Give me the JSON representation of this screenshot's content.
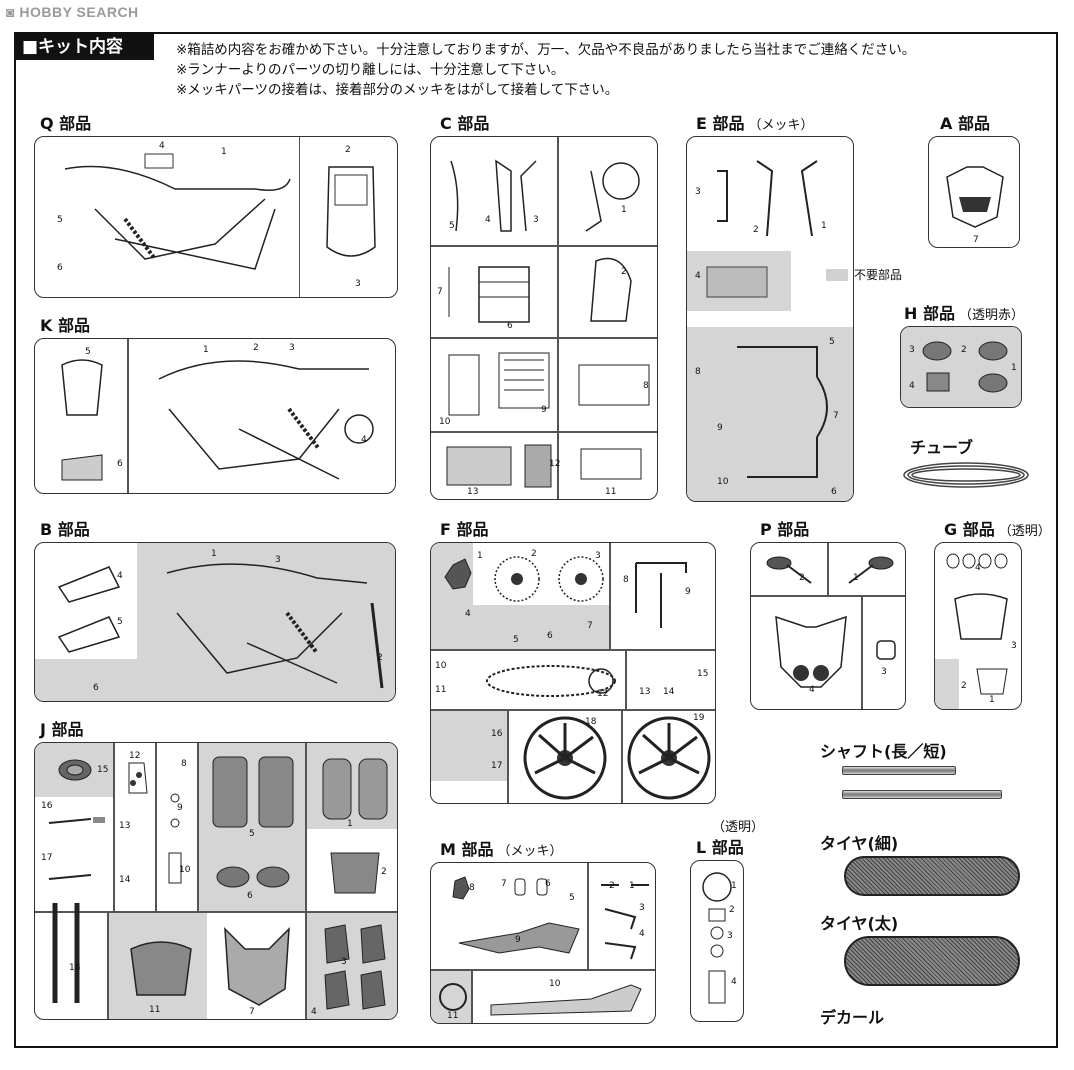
{
  "brand": {
    "logo_text": "HOBBY SEARCH"
  },
  "header": {
    "title": "■キット内容",
    "notes": [
      "※箱詰め内容をお確かめ下さい。十分注意しておりますが、万一、欠品や不良品がありましたら当社までご連絡ください。",
      "※ランナーよりのパーツの切り離しには、十分注意して下さい。",
      "※メッキパーツの接着は、接着部分のメッキをはがして接着して下さい。"
    ]
  },
  "sections": {
    "Q": {
      "label": "Q 部品",
      "sub": "",
      "nums": [
        "1",
        "2",
        "3",
        "4",
        "5",
        "6"
      ]
    },
    "C": {
      "label": "C 部品",
      "sub": "",
      "nums": [
        "1",
        "2",
        "3",
        "4",
        "5",
        "6",
        "7",
        "8",
        "9",
        "10",
        "11",
        "12",
        "13"
      ]
    },
    "E": {
      "label": "E 部品",
      "sub": "（メッキ）",
      "nums": [
        "1",
        "2",
        "3",
        "4",
        "5",
        "6",
        "7",
        "8",
        "9",
        "10"
      ]
    },
    "A": {
      "label": "A 部品",
      "sub": "",
      "nums": [
        "7"
      ]
    },
    "K": {
      "label": "K 部品",
      "sub": "",
      "nums": [
        "1",
        "2",
        "3",
        "4",
        "5",
        "6"
      ]
    },
    "H": {
      "label": "H 部品",
      "sub": "（透明赤）",
      "nums": [
        "1",
        "2",
        "3",
        "4"
      ]
    },
    "B": {
      "label": "B 部品",
      "sub": "",
      "nums": [
        "1",
        "2",
        "3",
        "4",
        "5",
        "6"
      ]
    },
    "F": {
      "label": "F 部品",
      "sub": "",
      "nums": [
        "1",
        "2",
        "3",
        "4",
        "5",
        "6",
        "7",
        "8",
        "9",
        "10",
        "11",
        "12",
        "13",
        "14",
        "15",
        "16",
        "17",
        "18",
        "19"
      ]
    },
    "P": {
      "label": "P 部品",
      "sub": "",
      "nums": [
        "1",
        "2",
        "3",
        "4"
      ]
    },
    "G": {
      "label": "G 部品",
      "sub": "（透明）",
      "nums": [
        "1",
        "2",
        "3",
        "4"
      ]
    },
    "J": {
      "label": "J 部品",
      "sub": "",
      "nums": [
        "1",
        "2",
        "3",
        "4",
        "5",
        "6",
        "7",
        "8",
        "9",
        "10",
        "11",
        "12",
        "13",
        "14",
        "15",
        "16",
        "17",
        "18"
      ]
    },
    "M": {
      "label": "M 部品",
      "sub": "（メッキ）",
      "nums": [
        "1",
        "2",
        "3",
        "4",
        "5",
        "6",
        "7",
        "8",
        "9",
        "10",
        "11"
      ]
    },
    "L": {
      "label": "L 部品",
      "sub": "",
      "top": "（透明）",
      "nums": [
        "1",
        "2",
        "3",
        "4"
      ]
    }
  },
  "legend": {
    "unused": "不要部品"
  },
  "extras": {
    "tube": "チューブ",
    "shaft": "シャフト(長／短)",
    "tire_thin": "タイヤ(細)",
    "tire_thick": "タイヤ(太)",
    "decal": "デカール"
  },
  "colors": {
    "unused_gray": "#d0d0d0",
    "frame": "#111111"
  }
}
